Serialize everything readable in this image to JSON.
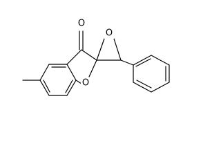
{
  "molecule": {
    "atoms": {
      "carbonyl_oxygen": "O",
      "epoxide_oxygen": "O",
      "ring_oxygen": "O"
    }
  },
  "colors": {
    "background": "#ffffff",
    "ink": "#000000"
  }
}
